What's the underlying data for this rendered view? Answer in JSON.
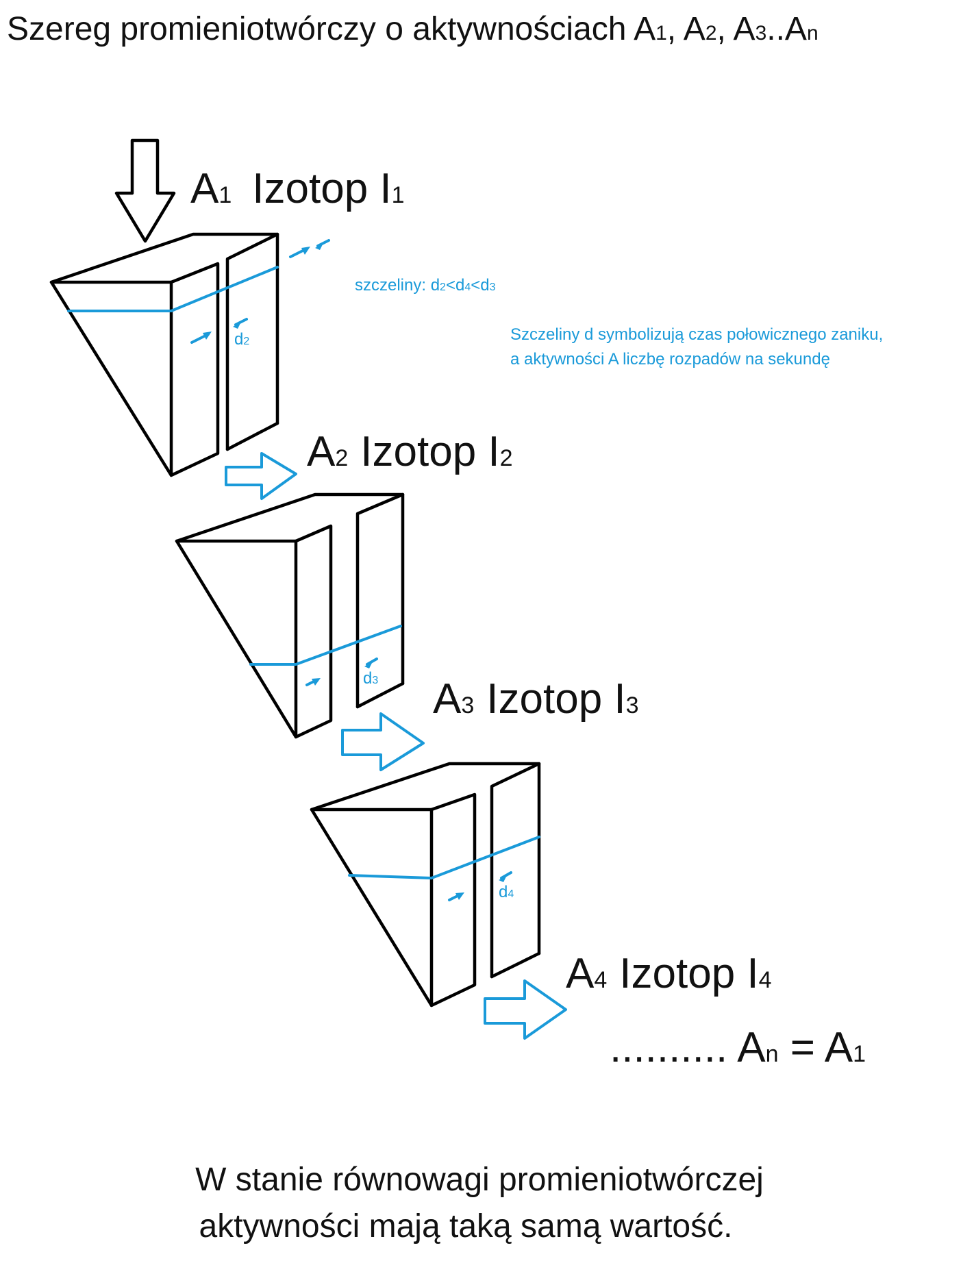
{
  "title": {
    "main": "Szereg promieniotwórczy o aktywnościach A",
    "s1": "1",
    "sep1": ", A",
    "s2": "2",
    "sep2": ", A",
    "s3": "3",
    "sep3": "..A",
    "sn": "n"
  },
  "stages": [
    {
      "a_letter": "A",
      "a_sub": "1",
      "izotop": "Izotop I",
      "i_sub": "1"
    },
    {
      "a_letter": "A",
      "a_sub": "2",
      "izotop": "Izotop I",
      "i_sub": "2"
    },
    {
      "a_letter": "A",
      "a_sub": "3",
      "izotop": "Izotop I",
      "i_sub": "3"
    },
    {
      "a_letter": "A",
      "a_sub": "4",
      "izotop": "Izotop I",
      "i_sub": "4"
    }
  ],
  "gaps": [
    {
      "letter": "d",
      "sub": "2"
    },
    {
      "letter": "d",
      "sub": "3"
    },
    {
      "letter": "d",
      "sub": "4"
    }
  ],
  "legend": {
    "szczeliny_prefix": "szczeliny: d",
    "szczeliny_s1": "2",
    "szczeliny_lt1": "<d",
    "szczeliny_s2": "4",
    "szczeliny_lt2": "<d",
    "szczeliny_s3": "3",
    "note_line1": "Szczeliny d symbolizują czas połowicznego zaniku,",
    "note_line2": "a aktywności A liczbę rozpadów na sekundę"
  },
  "final": {
    "dots": "..........",
    "an": "A",
    "an_sub": "n",
    "eq": " = A",
    "a1_sub": "1"
  },
  "footer": {
    "line1": "W stanie równowagi promieniotwórczej",
    "line2": "aktywności mają taką samą wartość."
  },
  "colors": {
    "ink": "#000000",
    "accent": "#1a9ad9"
  }
}
